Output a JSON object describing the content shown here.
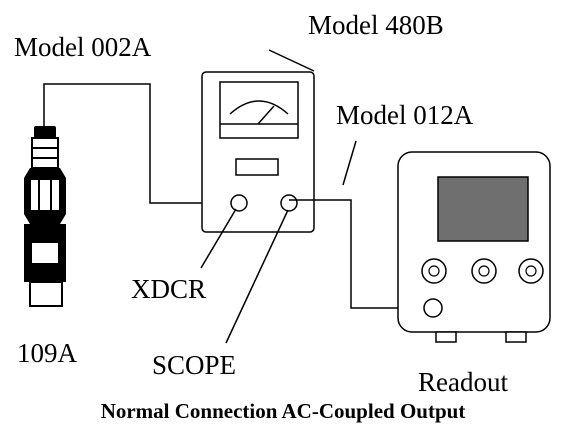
{
  "labels": {
    "model_002a": "Model 002A",
    "model_480b": "Model 480B",
    "model_012a": "Model 012A",
    "xdcr": "XDCR",
    "scope": "SCOPE",
    "sensor": "109A",
    "readout": "Readout"
  },
  "caption": "Normal Connection AC-Coupled Output",
  "colors": {
    "line": "#000000",
    "screen": "#6f6f6f",
    "background": "#ffffff"
  }
}
